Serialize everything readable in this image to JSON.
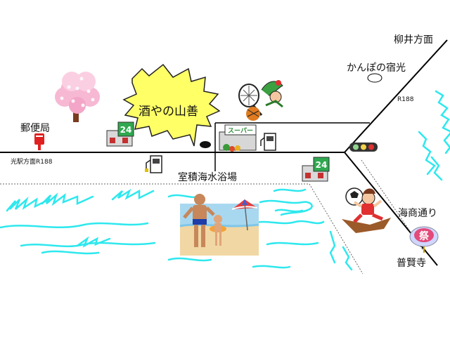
{
  "map": {
    "labels": {
      "yanagii": "柳井方面",
      "kanpo": "かんぽの宿光",
      "r188_east": "R188",
      "yubinkyoku": "郵便局",
      "hikari_station": "光駅方面R188",
      "shop_name": "酒やの山善",
      "beach": "室積海水浴場",
      "kaisho": "海商通り",
      "fugenji": "普賢寺",
      "store_24_a": "24",
      "store_24_b": "24",
      "super_sign": "スーパー",
      "matsuri": "祭"
    },
    "icons": [
      "sakura-tree-icon",
      "post-box-icon",
      "convenience-store-icon",
      "gas-station-icon",
      "supermarket-icon",
      "traffic-light-icon",
      "tennis-mascot-icon",
      "beach-scene-icon",
      "soccer-player-icon",
      "festival-balloon-icon"
    ],
    "colors": {
      "road": "#000000",
      "sea": "#2ee8ee",
      "speech_bubble": "#ffff66",
      "post_box": "#e02020",
      "sakura": "#f7b8d4"
    }
  }
}
